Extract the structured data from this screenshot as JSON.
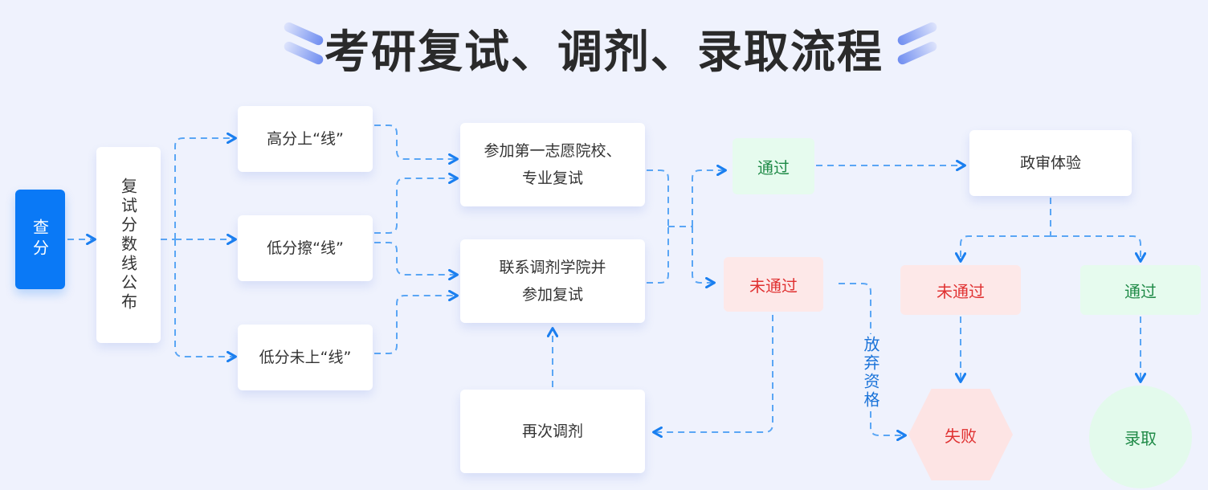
{
  "title": "考研复试、调剂、录取流程",
  "nodes": {
    "check_score": "查分",
    "line_publish": "复试分数线公布",
    "high_score": "高分上“线”",
    "low_edge": "低分擦“线”",
    "low_below": "低分未上“线”",
    "first_choice_line1": "参加第一志愿院校、",
    "first_choice_line2": "专业复试",
    "adjust_line1": "联系调剂学院并",
    "adjust_line2": "参加复试",
    "re_adjust": "再次调剂",
    "pass_1": "通过",
    "fail_1": "未通过",
    "political_review": "政审体验",
    "fail_2": "未通过",
    "pass_2": "通过",
    "give_up": "放弃资格",
    "failure": "失败",
    "admitted": "录取"
  },
  "colors": {
    "primary": "#0a79f6",
    "connector": "#5aa6f5",
    "pass_text": "#1f8a47",
    "fail_text": "#e03131",
    "background": "#eff2fd"
  }
}
